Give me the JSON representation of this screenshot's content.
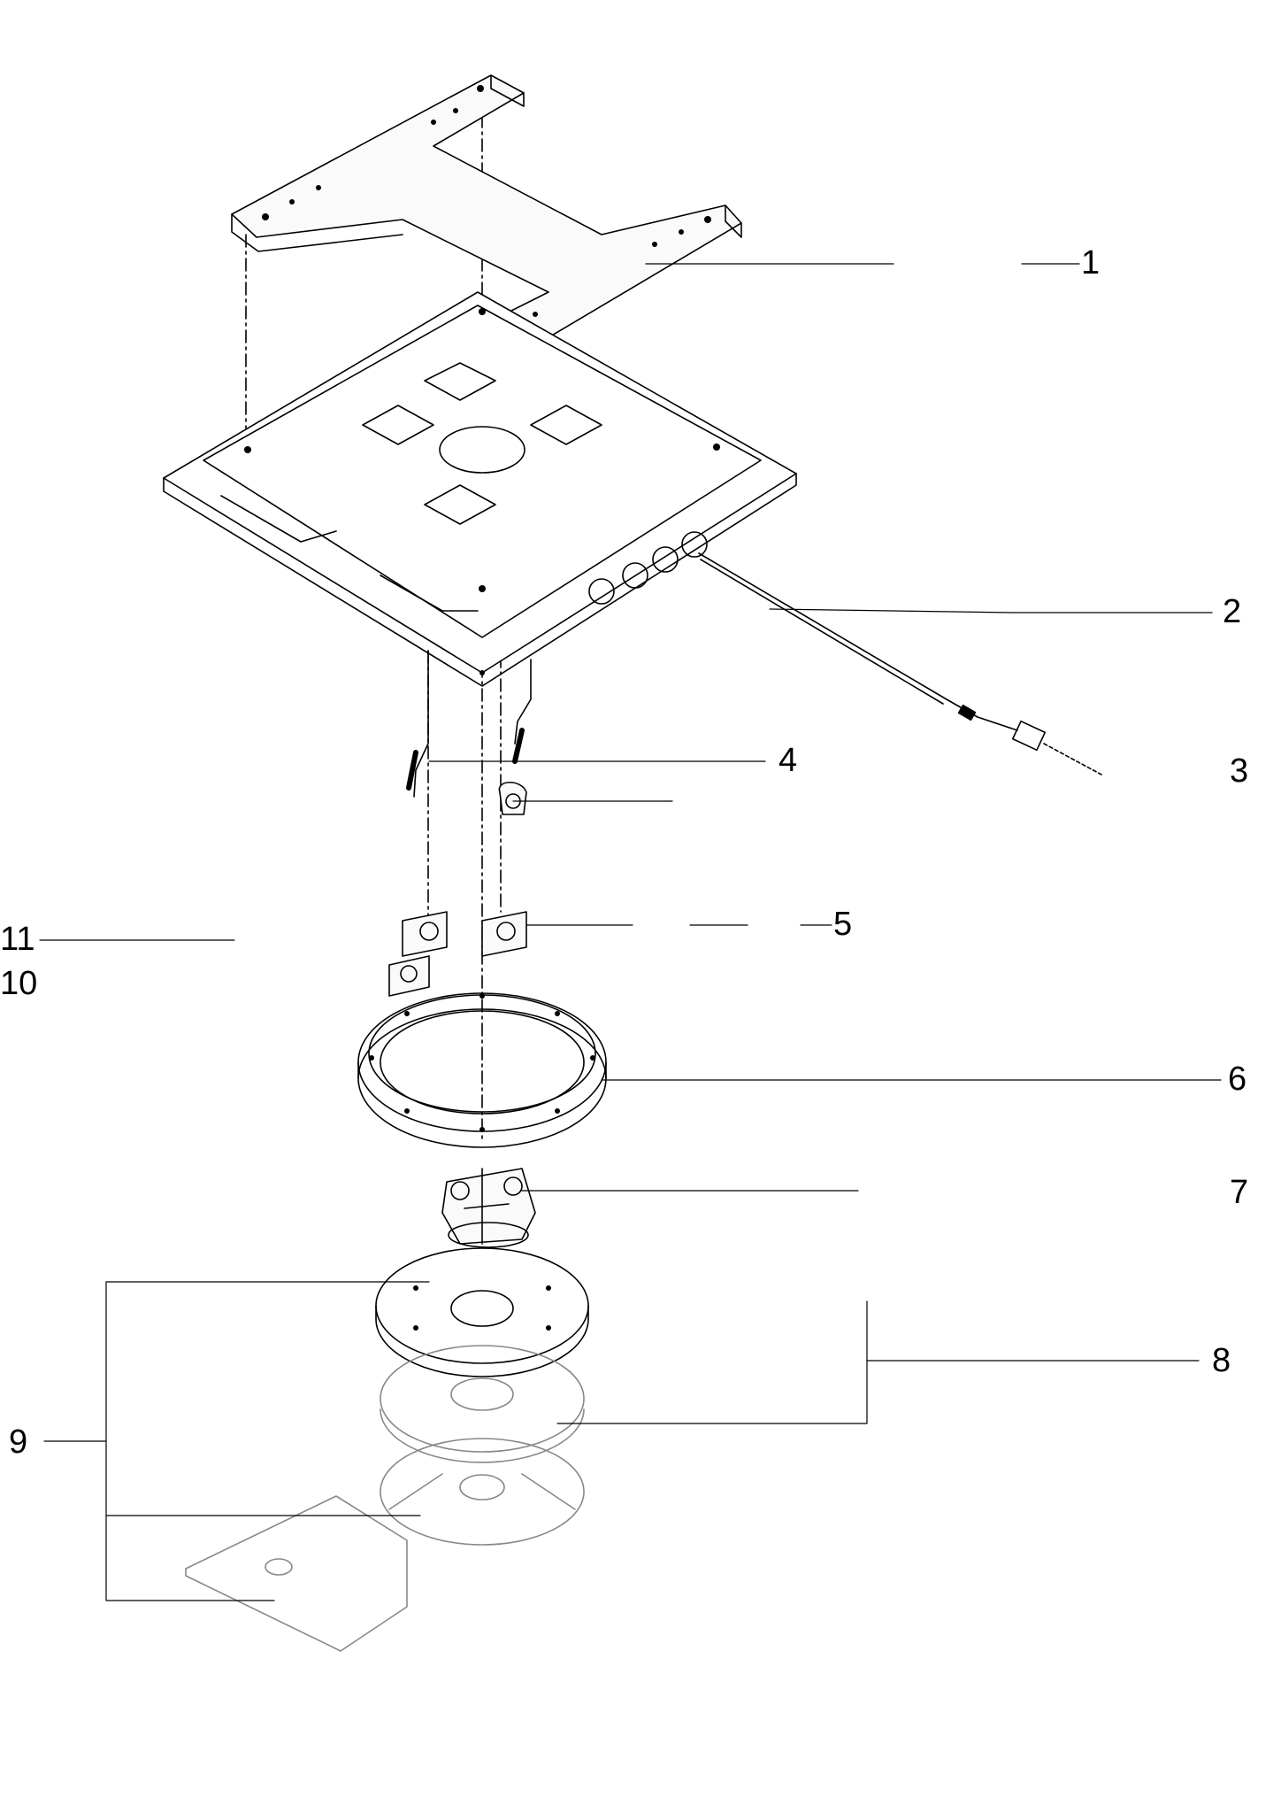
{
  "callouts": {
    "c1": "1",
    "c2": "2",
    "c3": "3",
    "c4": "4",
    "c5": "5",
    "c6": "6",
    "c7": "7",
    "c8": "8",
    "c9": "9",
    "c10": "10",
    "c11": "11"
  },
  "colors": {
    "line": "#000000",
    "background": "#ffffff",
    "fill": "#f2f2f2"
  }
}
